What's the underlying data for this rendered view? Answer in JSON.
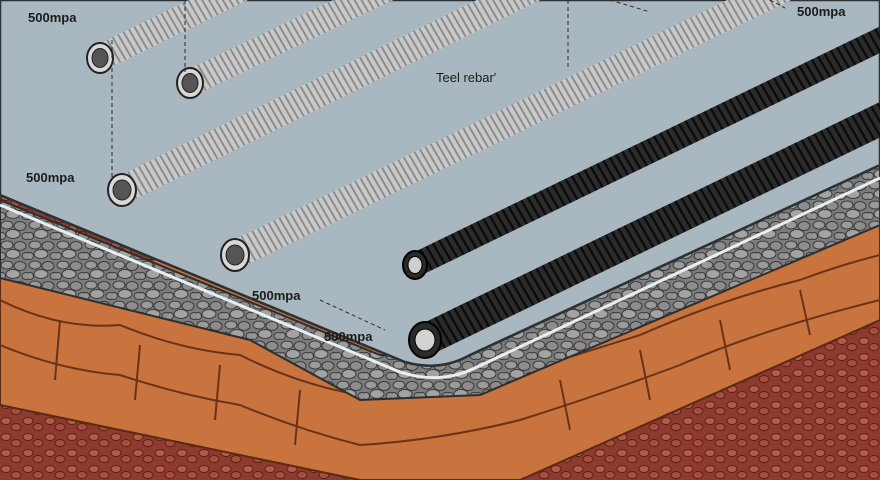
{
  "labels": {
    "top_left": "500mpa",
    "top_right": "500mpa",
    "mid_left": "500mpa",
    "center": "Teel rebar′",
    "lower_left": "500mpa",
    "bottom": "500mpa"
  },
  "colors": {
    "slab": "#a9b8c0",
    "gravel": "#8a8a8a",
    "brick": "#c9733f",
    "soil": "#a14a3a",
    "steel": "#b7b7b7",
    "black_rebar": "#1c1c1c"
  }
}
